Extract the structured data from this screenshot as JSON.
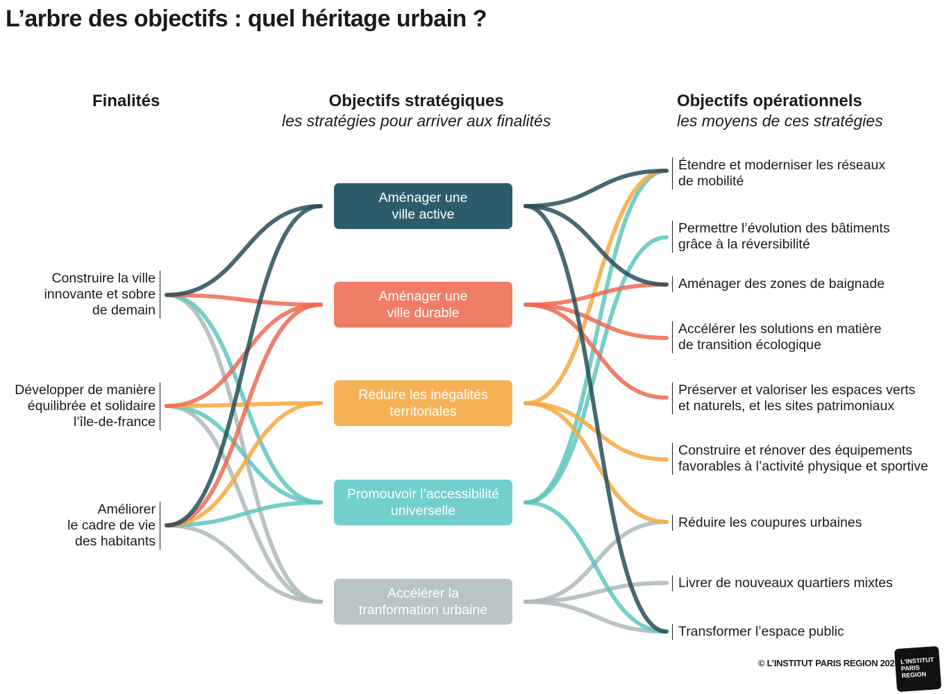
{
  "title": "L’arbre des objectifs : quel héritage urbain ?",
  "headers": {
    "finalites": "Finalités",
    "strategiques": "Objectifs stratégiques",
    "strategiques_sub": "les stratégies pour arriver aux finalités",
    "operationnels": "Objectifs opérationnels",
    "operationnels_sub": "les moyens de ces stratégies"
  },
  "finalites": [
    {
      "lines": [
        "Construire la ville",
        "innovante et sobre",
        "de demain"
      ]
    },
    {
      "lines": [
        "Développer de manière",
        "équilibrée et solidaire",
        "l’île-de-france"
      ]
    },
    {
      "lines": [
        "Améliorer",
        "le cadre de vie",
        "des habitants"
      ]
    }
  ],
  "strategies": [
    {
      "lines": [
        "Aménager une",
        "ville active"
      ],
      "color": "#2c5c6a"
    },
    {
      "lines": [
        "Aménager une",
        "ville durable"
      ],
      "color": "#f07d66"
    },
    {
      "lines": [
        "Réduire les inégalités",
        "territoriales"
      ],
      "color": "#f8b256"
    },
    {
      "lines": [
        "Promouvoir l’accessibilité",
        "universelle"
      ],
      "color": "#72cfcb"
    },
    {
      "lines": [
        "Accélérer la",
        "tranformation urbaine"
      ],
      "color": "#b8c4c5"
    }
  ],
  "operationnels": [
    {
      "lines": [
        "Étendre et moderniser les réseaux",
        "de mobilité"
      ]
    },
    {
      "lines": [
        "Permettre l’évolution des bâtiments",
        "grâce à la réversibilité"
      ]
    },
    {
      "lines": [
        "Aménager des zones de baignade"
      ]
    },
    {
      "lines": [
        "Accélérer les solutions en matière",
        "de transition écologique"
      ]
    },
    {
      "lines": [
        "Préserver et valoriser les espaces verts",
        "et naturels, et les sites patrimoniaux"
      ]
    },
    {
      "lines": [
        "Construire et rénover des équipements",
        "favorables à l’activité physique et sportive"
      ]
    },
    {
      "lines": [
        "Réduire les coupures urbaines"
      ]
    },
    {
      "lines": [
        "Livrer de nouveaux quartiers mixtes"
      ]
    },
    {
      "lines": [
        "Transformer l’espace public"
      ]
    }
  ],
  "link_colors": [
    "#264f5c",
    "#ee6a50",
    "#f7a840",
    "#5ec6c1",
    "#adb9ba"
  ],
  "links_left": [
    {
      "from": 0,
      "to": 0
    },
    {
      "from": 0,
      "to": 1
    },
    {
      "from": 0,
      "to": 3
    },
    {
      "from": 0,
      "to": 4
    },
    {
      "from": 1,
      "to": 1
    },
    {
      "from": 1,
      "to": 2
    },
    {
      "from": 1,
      "to": 3
    },
    {
      "from": 1,
      "to": 4
    },
    {
      "from": 2,
      "to": 0
    },
    {
      "from": 2,
      "to": 1
    },
    {
      "from": 2,
      "to": 2
    },
    {
      "from": 2,
      "to": 3
    },
    {
      "from": 2,
      "to": 4
    }
  ],
  "links_right": [
    {
      "from": 0,
      "to": 0
    },
    {
      "from": 0,
      "to": 2
    },
    {
      "from": 0,
      "to": 8
    },
    {
      "from": 1,
      "to": 2
    },
    {
      "from": 1,
      "to": 3
    },
    {
      "from": 1,
      "to": 4
    },
    {
      "from": 2,
      "to": 0
    },
    {
      "from": 2,
      "to": 5
    },
    {
      "from": 2,
      "to": 6
    },
    {
      "from": 3,
      "to": 0
    },
    {
      "from": 3,
      "to": 1
    },
    {
      "from": 3,
      "to": 8
    },
    {
      "from": 4,
      "to": 6
    },
    {
      "from": 4,
      "to": 7
    },
    {
      "from": 4,
      "to": 8
    }
  ],
  "copyright": "© L’INSTITUT PARIS REGION 2025",
  "logo": {
    "lines": [
      "L’INSTITUT",
      "PARIS",
      "REGION"
    ]
  }
}
